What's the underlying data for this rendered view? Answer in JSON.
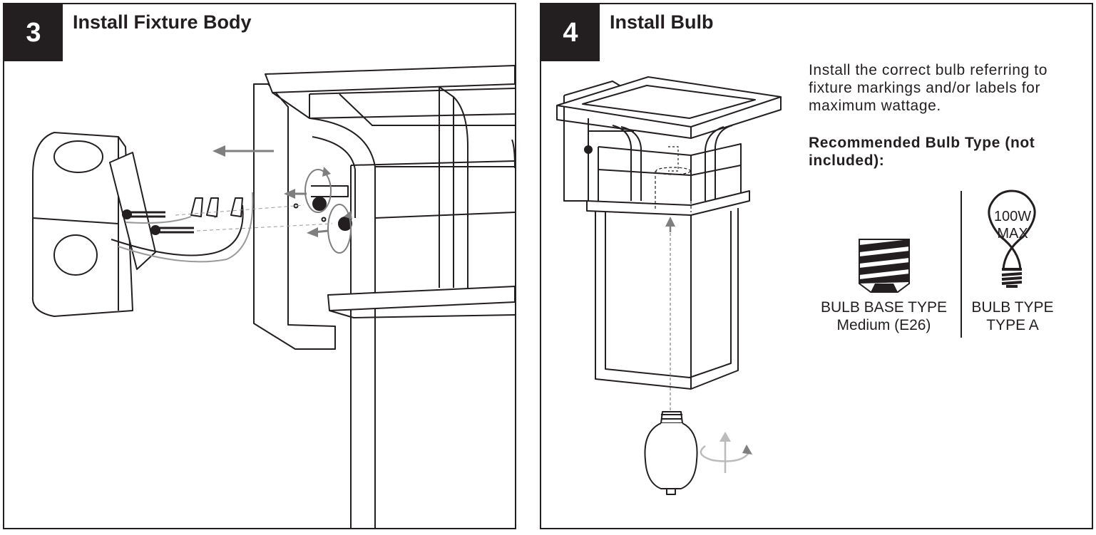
{
  "steps": [
    {
      "number": "3",
      "title": "Install Fixture Body"
    },
    {
      "number": "4",
      "title": "Install Bulb"
    }
  ],
  "bulb_info": {
    "instruction": "Install the correct bulb referring to fixture markings and/or labels for maximum wattage.",
    "recommended_heading": "Recommended Bulb Type (not included):",
    "max_wattage_line1": "100W",
    "max_wattage_line2": "MAX",
    "base_type_label": "BULB BASE TYPE",
    "base_type_value": "Medium (E26)",
    "bulb_type_label": "BULB TYPE",
    "bulb_type_value": "TYPE A"
  },
  "colors": {
    "ink": "#231f20",
    "arrow": "#7f7f7f",
    "wire_gray": "#9a9a9a"
  }
}
